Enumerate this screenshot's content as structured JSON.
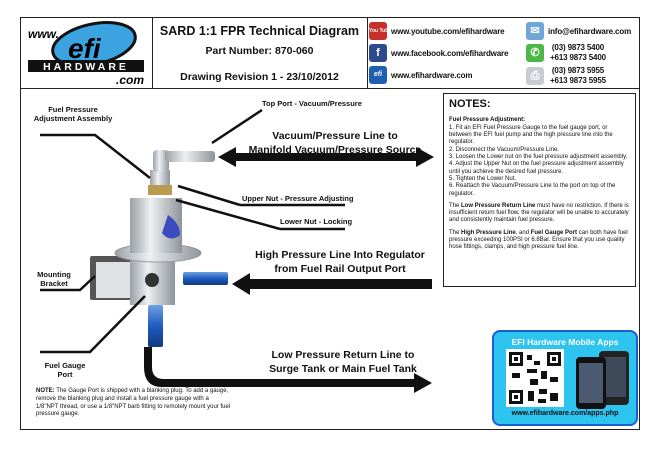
{
  "logo": {
    "www": "www.",
    "efi": "efi",
    "hardware": "HARDWARE",
    "com": ".com"
  },
  "header": {
    "title": "SARD 1:1 FPR Technical  Diagram",
    "part_number": "Part Number: 870-060",
    "revision": "Drawing Revision 1 - 23/10/2012"
  },
  "contacts": {
    "youtube": "www.youtube.com/efihardware",
    "facebook": "www.facebook.com/efihardware",
    "website": "www.efihardware.com",
    "email": "info@efihardware.com",
    "phone1": "(03) 9873 5400",
    "phone2": "+613 9873 5400",
    "fax1": "(03) 9873 5955",
    "fax2": "+613 9873 5955",
    "youtube_icon_text": "You Tube",
    "facebook_icon_text": "f",
    "efi_icon_text": "efi"
  },
  "labels": {
    "adjust_assembly": "Fuel Pressure Adjustment Assembly",
    "top_port": "Top Port - Vacuum/Pressure",
    "vacuum_line_1": "Vacuum/Pressure Line to",
    "vacuum_line_2": "Manifold Vacuum/Pressure Source",
    "upper_nut": "Upper Nut - Pressure Adjusting",
    "lower_nut": "Lower Nut - Locking",
    "high_pressure_1": "High Pressure Line Into Regulator",
    "high_pressure_2": "from Fuel Rail Output Port",
    "mounting_bracket_1": "Mounting",
    "mounting_bracket_2": "Bracket",
    "gauge_port_1": "Fuel Gauge",
    "gauge_port_2": "Port",
    "low_pressure_1": "Low Pressure Return Line to",
    "low_pressure_2": "Surge Tank or Main Fuel Tank"
  },
  "gauge_note": {
    "bold": "NOTE:",
    "text": " The Gauge Port is shipped with a blanking plug. To add a gauge, remove the blanking plug and install a fuel pressure gauge with a 1/8\"NPT thread, or use a 1/8\"NPT barb fitting to remotely mount your fuel pressure gauge."
  },
  "notes": {
    "title": "NOTES:",
    "subtitle": "Fuel Pressure Adjustment:",
    "steps": [
      "1. Fit an EFI Fuel Pressure Gauge to the fuel gauge port, or between the EFI fuel pump and the high pressure line into the regulator.",
      "2. Disconnect the Vacuum/Pressure Line.",
      "3. Loosen the Lower nut on the fuel pressure adjustment assembly.",
      "4. Adjust the Upper Nut on the fuel pressure adjustment assembly until you achieve the desired fuel pressure.",
      "5. Tighten the Lower Nut.",
      "6. Reattach the Vacuum/Pressure Line to the port on top of the regulator."
    ],
    "p1_pre": "The ",
    "p1_bold": "Low Pressure Return Line",
    "p1_post": " must have no restriction. If there is insufficient return fuel flow, the regulator will be unable to accurately and consistently maintain fuel pressure.",
    "p2_pre": "The ",
    "p2_bold1": "High Pressure Line",
    "p2_mid": ", and ",
    "p2_bold2": "Fuel Gauge Port",
    "p2_post": " can both have fuel pressure exceeding 100PSI or 6.8Bar.  Ensure that you use quality hose fittings, clamps, and high pressure fuel line."
  },
  "apps": {
    "title": "EFI Hardware Mobile Apps",
    "url": "www.efihardware.com/apps.php"
  }
}
